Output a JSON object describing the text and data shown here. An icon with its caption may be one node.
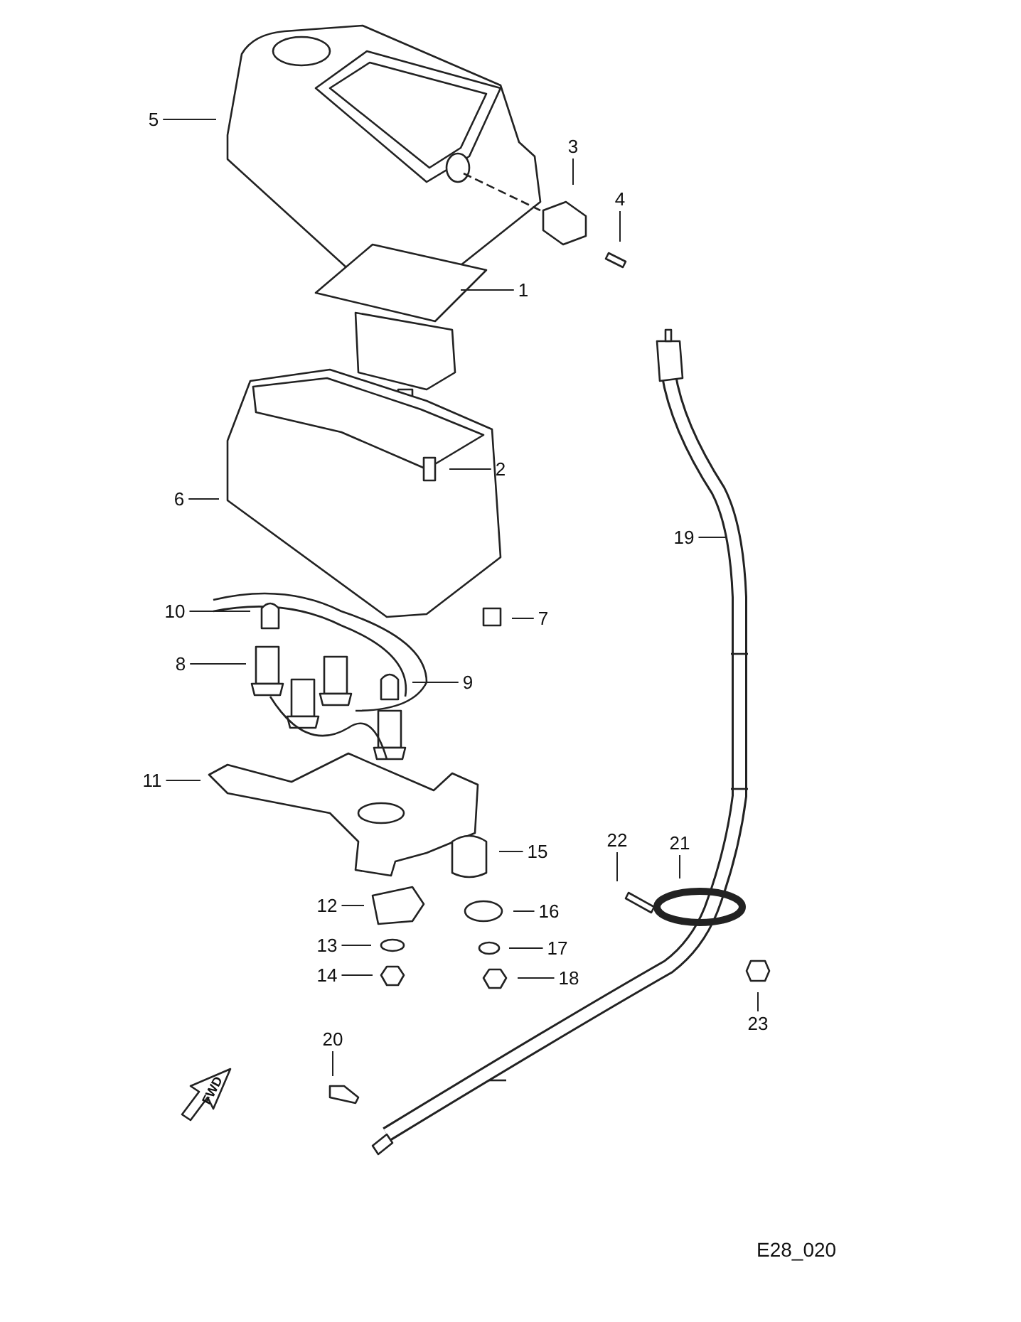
{
  "diagram": {
    "nodes": [
      {
        "text": [
          "5"
        ]
      },
      {
        "text": [
          "3"
        ]
      },
      {
        "text": [
          "4"
        ]
      },
      {
        "text": [
          "1"
        ]
      },
      {
        "text": [
          "2"
        ]
      },
      {
        "text": [
          "6"
        ]
      },
      {
        "text": [
          "19"
        ]
      },
      {
        "text": [
          "10"
        ]
      },
      {
        "text": [
          "7"
        ]
      },
      {
        "text": [
          "8"
        ]
      },
      {
        "text": [
          "9"
        ]
      },
      {
        "text": [
          "11"
        ]
      },
      {
        "text": [
          "22"
        ]
      },
      {
        "text": [
          "21"
        ]
      },
      {
        "text": [
          "15"
        ]
      },
      {
        "text": [
          "12"
        ]
      },
      {
        "text": [
          "16"
        ]
      },
      {
        "text": [
          "13"
        ]
      },
      {
        "text": [
          "17"
        ]
      },
      {
        "text": [
          "14"
        ]
      },
      {
        "text": [
          "18"
        ]
      },
      {
        "text": [
          "23"
        ]
      },
      {
        "text": [
          "20"
        ]
      }
    ],
    "edges": [
      {
        "from": 0,
        "to": null,
        "arrow": "none"
      },
      {
        "from": 1,
        "to": null,
        "arrow": "none"
      },
      {
        "from": 2,
        "to": null,
        "arrow": "none"
      },
      {
        "from": 3,
        "to": null,
        "arrow": "none"
      },
      {
        "from": 4,
        "to": null,
        "arrow": "none"
      },
      {
        "from": 5,
        "to": null,
        "arrow": "none"
      },
      {
        "from": 6,
        "to": null,
        "arrow": "none"
      },
      {
        "from": 7,
        "to": null,
        "arrow": "none"
      },
      {
        "from": 8,
        "to": null,
        "arrow": "none"
      },
      {
        "from": 9,
        "to": null,
        "arrow": "none"
      },
      {
        "from": 10,
        "to": null,
        "arrow": "none"
      },
      {
        "from": 11,
        "to": null,
        "arrow": "none"
      },
      {
        "from": 12,
        "to": null,
        "arrow": "none"
      },
      {
        "from": 13,
        "to": null,
        "arrow": "none"
      },
      {
        "from": 14,
        "to": null,
        "arrow": "none"
      },
      {
        "from": 15,
        "to": null,
        "arrow": "none"
      },
      {
        "from": 16,
        "to": null,
        "arrow": "none"
      },
      {
        "from": 17,
        "to": null,
        "arrow": "none"
      },
      {
        "from": 18,
        "to": null,
        "arrow": "none"
      },
      {
        "from": 19,
        "to": null,
        "arrow": "none"
      },
      {
        "from": 20,
        "to": null,
        "arrow": "none"
      },
      {
        "from": 21,
        "to": null,
        "arrow": "none"
      },
      {
        "from": 22,
        "to": null,
        "arrow": "none"
      }
    ],
    "labels": [
      "FWD",
      "E28_020"
    ]
  }
}
